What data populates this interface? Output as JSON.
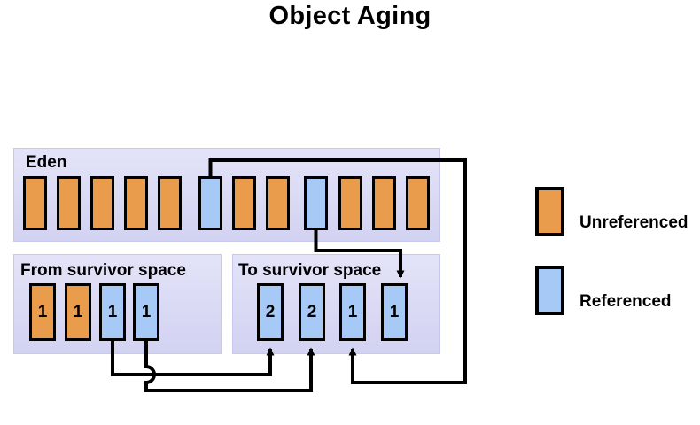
{
  "title": "Object Aging",
  "colors": {
    "unreferenced": "#e89c4c",
    "referenced": "#a6caf5",
    "panel": "#dcdcf5",
    "outline": "#000000",
    "background": "#ffffff"
  },
  "regions": {
    "eden": {
      "label": "Eden",
      "blocks": [
        {
          "state": "unreferenced",
          "text": ""
        },
        {
          "state": "unreferenced",
          "text": ""
        },
        {
          "state": "unreferenced",
          "text": ""
        },
        {
          "state": "unreferenced",
          "text": ""
        },
        {
          "state": "unreferenced",
          "text": ""
        },
        {
          "state": "referenced",
          "text": ""
        },
        {
          "state": "unreferenced",
          "text": ""
        },
        {
          "state": "unreferenced",
          "text": ""
        },
        {
          "state": "referenced",
          "text": ""
        },
        {
          "state": "unreferenced",
          "text": ""
        },
        {
          "state": "unreferenced",
          "text": ""
        },
        {
          "state": "unreferenced",
          "text": ""
        }
      ]
    },
    "from_survivor": {
      "label": "From survivor  space",
      "blocks": [
        {
          "state": "unreferenced",
          "text": "1"
        },
        {
          "state": "unreferenced",
          "text": "1"
        },
        {
          "state": "referenced",
          "text": "1"
        },
        {
          "state": "referenced",
          "text": "1"
        }
      ]
    },
    "to_survivor": {
      "label": "To survivor  space",
      "blocks": [
        {
          "state": "referenced",
          "text": "2"
        },
        {
          "state": "referenced",
          "text": "2"
        },
        {
          "state": "referenced",
          "text": "1"
        },
        {
          "state": "referenced",
          "text": "1"
        }
      ]
    }
  },
  "legend": {
    "items": [
      {
        "state": "unreferenced",
        "label": "Unreferenced"
      },
      {
        "state": "referenced",
        "label": "Referenced"
      }
    ]
  },
  "connections": [
    {
      "name": "eden-ref-1-to-to-survivor-3",
      "from": "eden.block.6",
      "to": "to_survivor.block.3"
    },
    {
      "name": "eden-ref-2-to-to-survivor-4",
      "from": "eden.block.9",
      "to": "to_survivor.block.4"
    },
    {
      "name": "from-survivor-ref-1-to-to-survivor-1",
      "from": "from_survivor.block.3",
      "to": "to_survivor.block.1"
    },
    {
      "name": "from-survivor-ref-2-to-to-survivor-2",
      "from": "from_survivor.block.4",
      "to": "to_survivor.block.2"
    }
  ]
}
